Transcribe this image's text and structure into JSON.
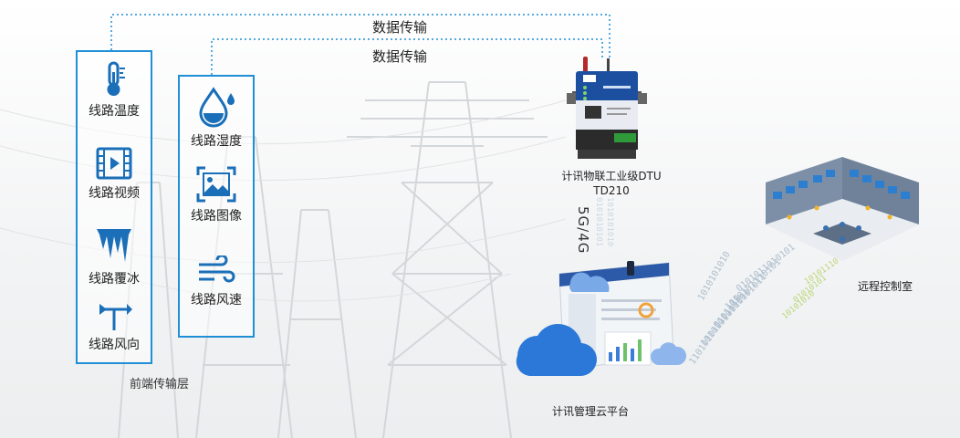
{
  "left_box": {
    "items": [
      {
        "label": "线路温度",
        "icon": "thermometer-icon"
      },
      {
        "label": "线路视频",
        "icon": "video-icon"
      },
      {
        "label": "线路覆冰",
        "icon": "ice-icon"
      },
      {
        "label": "线路风向",
        "icon": "wind-vane-icon"
      }
    ],
    "caption": "前端传输层"
  },
  "right_box": {
    "items": [
      {
        "label": "线路湿度",
        "icon": "water-drop-icon"
      },
      {
        "label": "线路图像",
        "icon": "image-icon"
      },
      {
        "label": "线路风速",
        "icon": "wind-icon"
      }
    ]
  },
  "transfer": {
    "top_label": "数据传输",
    "bottom_label": "数据传输"
  },
  "dtu": {
    "name_line1": "计讯物联工业级DTU",
    "name_line2": "TD210",
    "network": "5G/4G"
  },
  "platform": {
    "name": "计讯管理云平台"
  },
  "control_room": {
    "name": "远程控制室"
  },
  "colors": {
    "accent": "#1f8fd6",
    "icon_blue": "#1a6fb8",
    "stream_green": "#b9d66a"
  }
}
